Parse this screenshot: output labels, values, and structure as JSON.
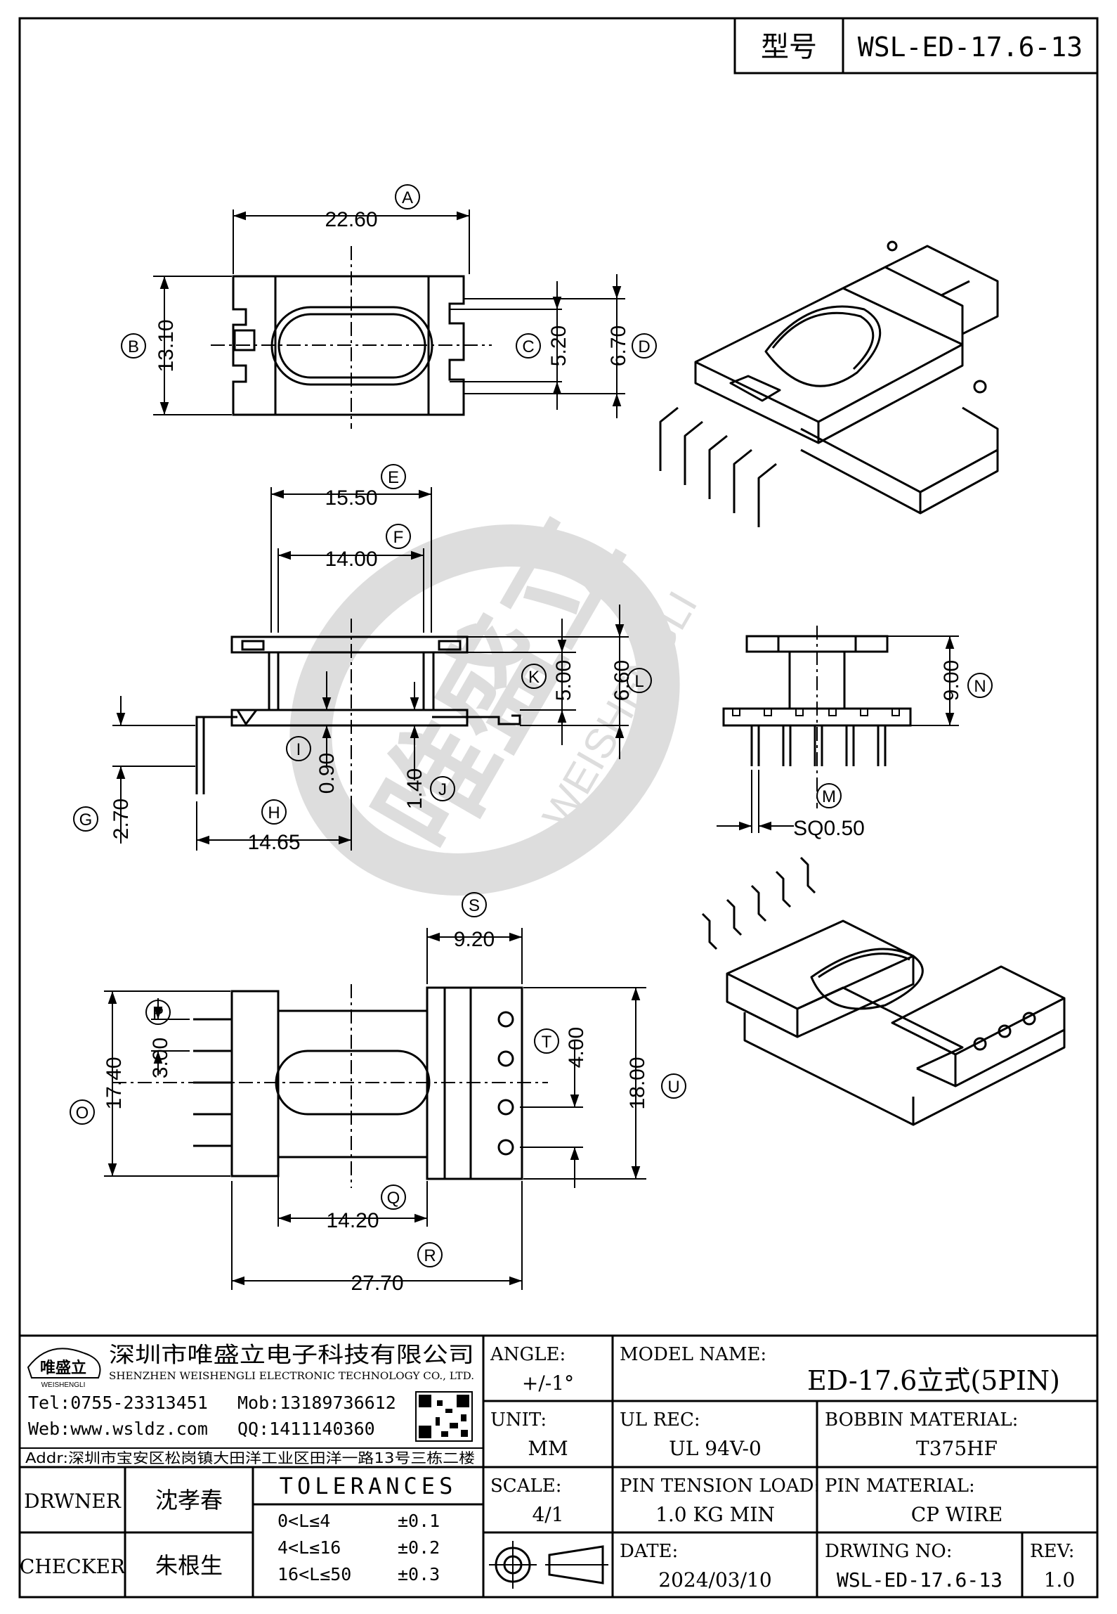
{
  "header": {
    "label": "型号",
    "model": "WSL-ED-17.6-13"
  },
  "dimensions": {
    "A": "22.60",
    "B": "13.10",
    "C": "5.20",
    "D": "6.70",
    "E": "15.50",
    "F": "14.00",
    "G": "2.70",
    "H": "14.65",
    "I": "0.90",
    "J": "1.40",
    "K": "5.00",
    "L": "6.60",
    "M": "SQ0.50",
    "N": "9.00",
    "O": "17.40",
    "P": "3.00",
    "Q": "14.20",
    "R": "27.70",
    "S": "9.20",
    "T": "4.00",
    "U": "18.00"
  },
  "dim_letters": [
    "A",
    "B",
    "C",
    "D",
    "E",
    "F",
    "G",
    "H",
    "I",
    "J",
    "K",
    "L",
    "M",
    "N",
    "O",
    "P",
    "Q",
    "R",
    "S",
    "T",
    "U"
  ],
  "watermark": {
    "brand": "唯盛立",
    "text": "WEISHENGLI"
  },
  "company": {
    "logo_cn": "唯盛立",
    "logo_en": "WEISHENGLI",
    "name_cn": "深圳市唯盛立电子科技有限公司",
    "name_en": "SHENZHEN WEISHENGLI ELECTRONIC TECHNOLOGY CO., LTD.",
    "tel": "Tel:0755-23313451",
    "mob": "Mob:13189736612",
    "web": "Web:www.wsldz.com",
    "qq": "QQ:1411140360",
    "addr": "Addr:深圳市宝安区松岗镇大田洋工业区田洋一路13号三栋二楼"
  },
  "title_block": {
    "angle_label": "ANGLE:",
    "angle_value": "+/-1°",
    "model_name_label": "MODEL NAME:",
    "model_name_value": "ED-17.6立式(5PIN)",
    "unit_label": "UNIT:",
    "unit_value": "MM",
    "ul_rec_label": "UL REC:",
    "ul_rec_value": "UL 94V-0",
    "bobbin_material_label": "BOBBIN MATERIAL:",
    "bobbin_material_value": "T375HF",
    "scale_label": "SCALE:",
    "scale_value": "4/1",
    "pin_tension_label": "PIN TENSION LOAD:",
    "pin_tension_value": "1.0 KG MIN",
    "pin_material_label": "PIN MATERIAL:",
    "pin_material_value": "CP WIRE",
    "date_label": "DATE:",
    "date_value": "2024/03/10",
    "drawing_no_label": "DRWING NO:",
    "drawing_no_value": "WSL-ED-17.6-13",
    "rev_label": "REV:",
    "rev_value": "1.0",
    "drawer_label": "DRWNER",
    "drawer_value": "沈孝春",
    "checker_label": "CHECKER",
    "checker_value": "朱根生",
    "tolerances_label": "TOLERANCES",
    "tol_rows": [
      {
        "range": "0<L≤4",
        "value": "±0.1"
      },
      {
        "range": "4<L≤16",
        "value": "±0.2"
      },
      {
        "range": "16<L≤50",
        "value": "±0.3"
      }
    ]
  }
}
